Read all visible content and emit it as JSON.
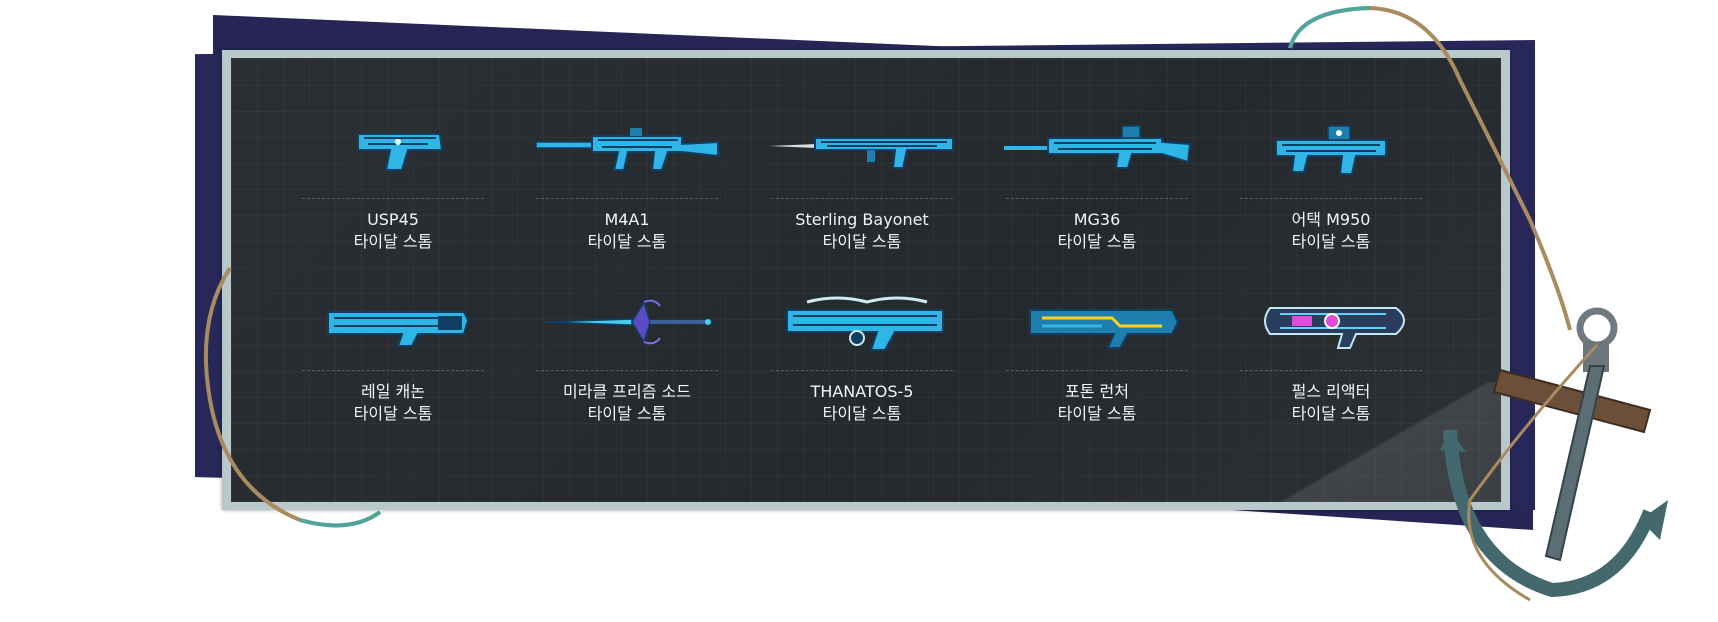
{
  "colors": {
    "navy": "#262556",
    "frame": "#b9c8ca",
    "panel": "#272c31",
    "skin_blue": "#2fb6e6",
    "skin_dark": "#0e3f63",
    "text": "#f2f4f5"
  },
  "weapons": [
    {
      "name": "USP45",
      "skin": "타이달 스톰",
      "icon": "pistol-icon"
    },
    {
      "name": "M4A1",
      "skin": "타이달 스톰",
      "icon": "rifle-icon"
    },
    {
      "name": "Sterling Bayonet",
      "skin": "타이달 스톰",
      "icon": "bayonet-smg-icon"
    },
    {
      "name": "MG36",
      "skin": "타이달 스톰",
      "icon": "machine-gun-icon"
    },
    {
      "name": "어택 M950",
      "skin": "타이달 스톰",
      "icon": "smg-icon"
    },
    {
      "name": "레일 캐논",
      "skin": "타이달 스톰",
      "icon": "rail-cannon-icon"
    },
    {
      "name": "미라클 프리즘 소드",
      "skin": "타이달 스톰",
      "icon": "sword-icon"
    },
    {
      "name": "THANATOS-5",
      "skin": "타이달 스톰",
      "icon": "heavy-gun-icon"
    },
    {
      "name": "포톤 런처",
      "skin": "타이달 스톰",
      "icon": "launcher-icon"
    },
    {
      "name": "펄스 리액터",
      "skin": "타이달 스톰",
      "icon": "reactor-gun-icon"
    }
  ],
  "decor": {
    "rope": "rope-icon",
    "anchor": "anchor-icon"
  }
}
